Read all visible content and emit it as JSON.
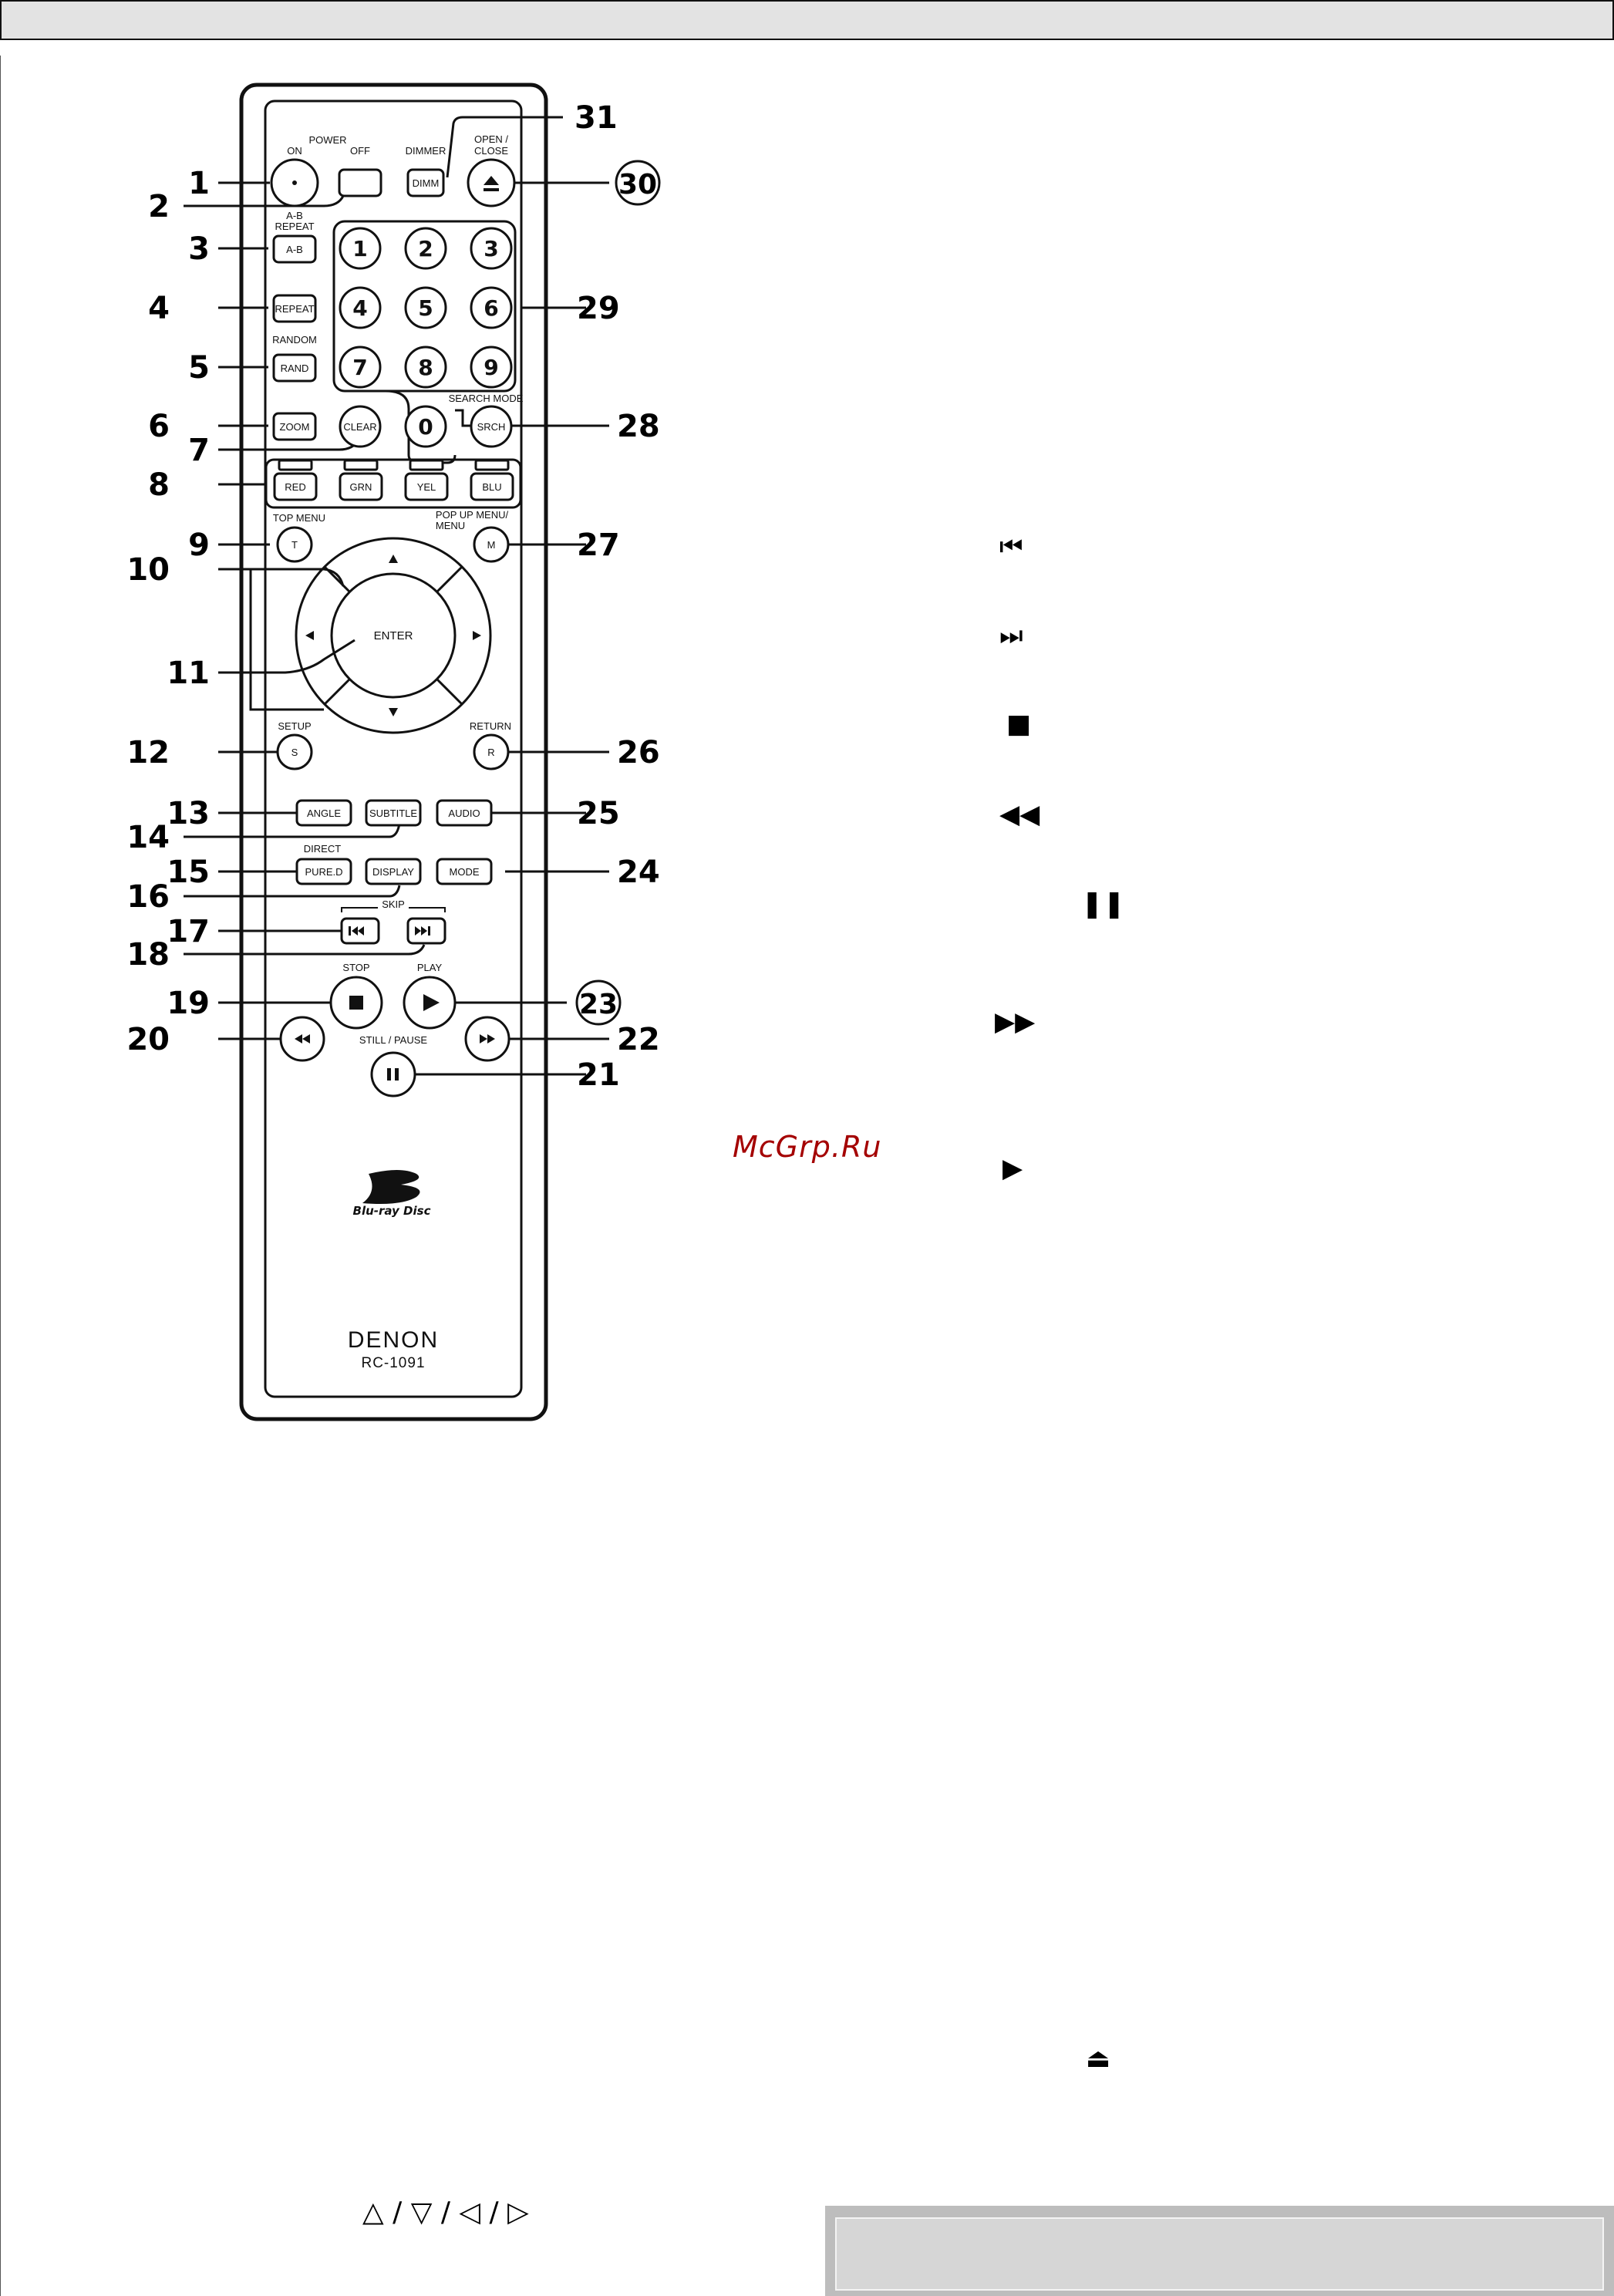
{
  "remote": {
    "brand": "DENON",
    "model": "RC-1091",
    "bluray_logo_text": "Blu-ray Disc",
    "labels": {
      "power": "POWER",
      "on": "ON",
      "off": "OFF",
      "dimmer": "DIMMER",
      "open_close_1": "OPEN /",
      "open_close_2": "CLOSE",
      "ab_repeat_1": "A-B",
      "ab_repeat_2": "REPEAT",
      "random": "RANDOM",
      "search_mode": "SEARCH MODE",
      "top_menu": "TOP MENU",
      "popup_1": "POP UP MENU/",
      "popup_2": "MENU",
      "setup": "SETUP",
      "return": "RETURN",
      "pure_direct": "DIRECT",
      "skip": "SKIP",
      "stop": "STOP",
      "play": "PLAY",
      "still_pause": "STILL / PAUSE"
    },
    "buttons": {
      "dimm": "DIMM",
      "ab": "A-B",
      "repeat": "REPEAT",
      "rand": "RAND",
      "zoom": "ZOOM",
      "clear": "CLEAR",
      "srch": "SRCH",
      "red": "RED",
      "grn": "GRN",
      "yel": "YEL",
      "blu": "BLU",
      "t": "T",
      "m": "M",
      "enter": "ENTER",
      "s": "S",
      "r": "R",
      "angle": "ANGLE",
      "subtitle": "SUBTITLE",
      "audio": "AUDIO",
      "pure_d": "PURE.D",
      "display": "DISPLAY",
      "mode": "MODE"
    },
    "digits": [
      "1",
      "2",
      "3",
      "4",
      "5",
      "6",
      "7",
      "8",
      "9",
      "0"
    ],
    "callouts": [
      "1",
      "2",
      "3",
      "4",
      "5",
      "6",
      "7",
      "8",
      "9",
      "10",
      "11",
      "12",
      "13",
      "14",
      "15",
      "16",
      "17",
      "18",
      "19",
      "20",
      "21",
      "22",
      "23",
      "24",
      "25",
      "26",
      "27",
      "28",
      "29",
      "30",
      "31"
    ]
  },
  "right_column_symbols": {
    "skip_back": "⏮",
    "skip_forward": "⏭",
    "stop": "■",
    "rewind": "◀◀",
    "pause": "❚❚",
    "fast_forward": "▶▶",
    "play": "▶",
    "eject": "⏏"
  },
  "watermark": "McGrp.Ru",
  "bottom_arrows": "△ / ▽ / ◁ / ▷"
}
